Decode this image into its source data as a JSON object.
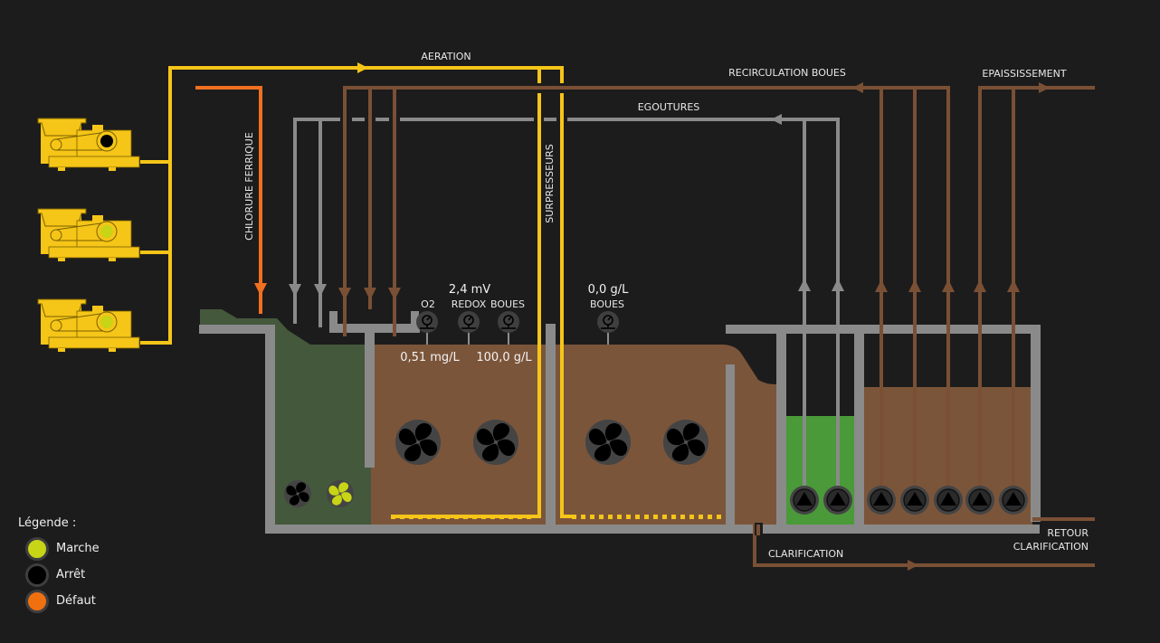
{
  "colors": {
    "background": "#1c1c1c",
    "aeration": "#f5c518",
    "chlorure": "#f07020",
    "boues": "#7a5035",
    "egouttures": "#8a8a8a",
    "wall": "#8a8a8a",
    "water_green_dark": "#44583c",
    "water_green": "#4a9a3a",
    "sludge": "#7b553a",
    "marche": "#c8d416",
    "arret": "#000000",
    "defaut": "#f07010"
  },
  "pipes": {
    "aeration": "AERATION",
    "recirculation": "RECIRCULATION BOUES",
    "epaississement": "EPAISSISSEMENT",
    "egouttures": "EGOUTURES",
    "chlorure": "CHLORURE FERRIQUE",
    "surpresseurs": "SURPRESSEURS",
    "clarification": "CLARIFICATION",
    "retour_line1": "RETOUR",
    "retour_line2": "CLARIFICATION"
  },
  "blowers": [
    {
      "name": "surpresseur-1",
      "status": "arret"
    },
    {
      "name": "surpresseur-2",
      "status": "marche"
    },
    {
      "name": "surpresseur-3",
      "status": "marche"
    }
  ],
  "sensors": {
    "o2": {
      "label": "O2",
      "value": "0,51 mg/L"
    },
    "redox": {
      "label": "REDOX",
      "value": "2,4 mV"
    },
    "boues1": {
      "label": "BOUES",
      "value": "100,0 g/L"
    },
    "boues2": {
      "label": "BOUES",
      "value": "0,0 g/L"
    }
  },
  "mixers": [
    {
      "name": "agitateur-1",
      "status": "arret"
    },
    {
      "name": "agitateur-2",
      "status": "marche"
    },
    {
      "name": "agitateur-3",
      "status": "arret"
    },
    {
      "name": "agitateur-4",
      "status": "arret"
    },
    {
      "name": "agitateur-5",
      "status": "arret"
    },
    {
      "name": "agitateur-6",
      "status": "arret"
    }
  ],
  "pumps": {
    "green": [
      {
        "status": "arret"
      },
      {
        "status": "arret"
      }
    ],
    "brown": [
      {
        "status": "arret"
      },
      {
        "status": "arret"
      },
      {
        "status": "arret"
      },
      {
        "status": "arret"
      },
      {
        "status": "arret"
      }
    ]
  },
  "legend": {
    "title": "Légende :",
    "items": [
      {
        "label": "Marche",
        "status": "marche"
      },
      {
        "label": "Arrêt",
        "status": "arret"
      },
      {
        "label": "Défaut",
        "status": "defaut"
      }
    ]
  }
}
